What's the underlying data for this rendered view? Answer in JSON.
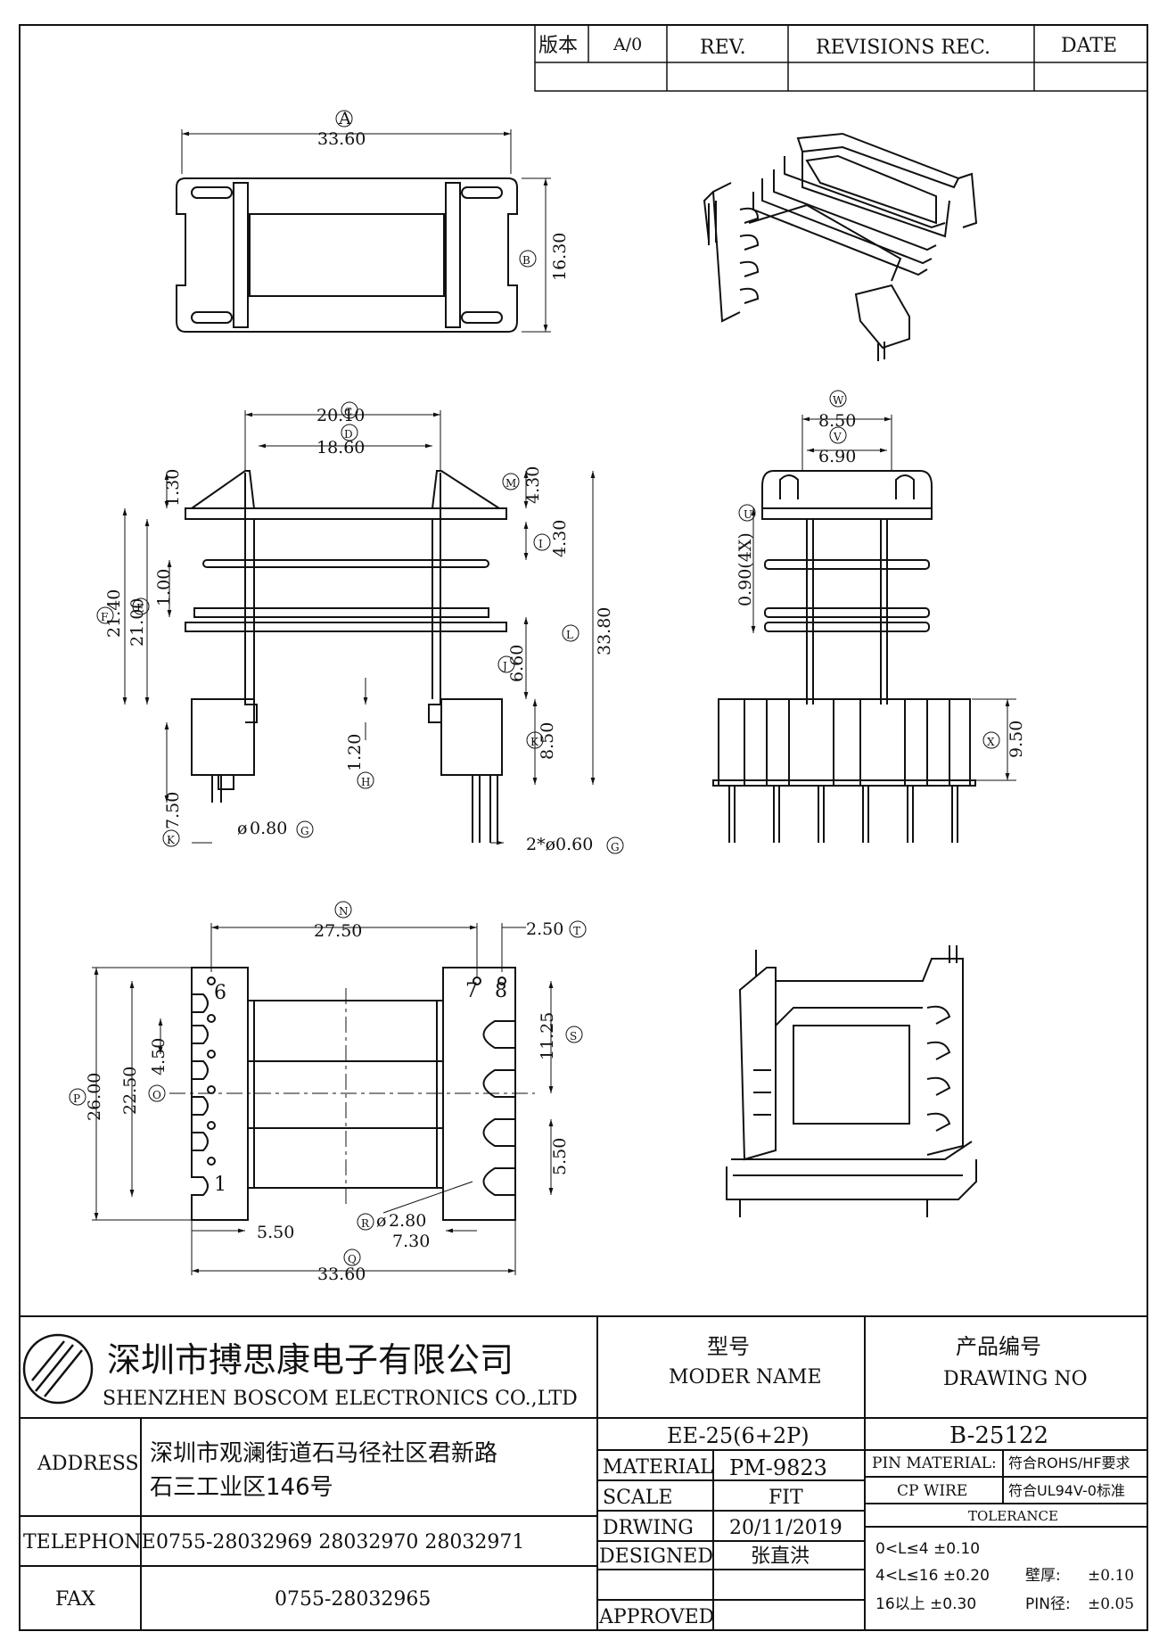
{
  "revision_table": {
    "version_label": "版本",
    "version_value": "A/0",
    "rev_header": "REV.",
    "revisions_header": "REVISIONS REC.",
    "date_header": "DATE"
  },
  "top_view": {
    "A": "33.60",
    "B": "16.30"
  },
  "front_view": {
    "C": "20.10",
    "D": "18.60",
    "flange_top": "1.30",
    "M": "4.30",
    "I": "4.30",
    "F": "21.40",
    "E": "21.00",
    "gap": "1.00",
    "L": "33.80",
    "J": "6.60",
    "K": "8.50",
    "H": "1.20",
    "k_lower": "7.50",
    "G": "0.80",
    "G_lower": "2*ø0.60"
  },
  "side_view": {
    "W": "8.50",
    "V": "6.90",
    "U": "0.90(4X)",
    "X": "9.50"
  },
  "bottom_view": {
    "N": "27.50",
    "T": "2.50",
    "P": "26.00",
    "inner": "22.50",
    "O": "4.50",
    "S": "11.25",
    "slot": "5.50",
    "R": "2.80",
    "pin_pitch": "7.30",
    "left_offset": "5.50",
    "Q": "33.60",
    "pins": [
      "6",
      "7",
      "8",
      "1"
    ]
  },
  "title_block": {
    "company_cn": "深圳市搏思康电子有限公司",
    "company_en": "SHENZHEN BOSCOM ELECTRONICS CO.,LTD",
    "model_cn": "型号",
    "model_en": "MODER NAME",
    "drawing_cn": "产品编号",
    "drawing_en": "DRAWING NO",
    "model_value": "EE-25(6+2P)",
    "drawing_value": "B-25122",
    "address_label": "ADDRESS",
    "address_line1": "深圳市观澜街道石马径社区君新路",
    "address_line2": "石三工业区146号",
    "material_label": "MATERIAL",
    "material_value": "PM-9823",
    "scale_label": "SCALE",
    "scale_value": "FIT",
    "drawing_label": "DRWING",
    "drawing_date": "20/11/2019",
    "designed_label": "DESIGNED",
    "designed_value": "张直洪",
    "approved_label": "APPROVED",
    "telephone_label": "TELEPHONE",
    "telephone_value": "0755-28032969 28032970 28032971",
    "fax_label": "FAX",
    "fax_value": "0755-28032965",
    "pin_material_label": "PIN MATERIAL:",
    "pin_material_value": "符合ROHS/HF要求",
    "cp_wire_label": "CP WIRE",
    "cp_wire_value": "符合UL94V-0标准",
    "tolerance_label": "TOLERANCE",
    "tol_1": "0<L≤4  ±0.10",
    "tol_2": "4<L≤16 ±0.20",
    "tol_3": "16以上    ±0.30",
    "wall_label": "壁厚:",
    "wall_value": "±0.10",
    "pin_dia_label": "PIN径:",
    "pin_dia_value": "±0.05"
  }
}
